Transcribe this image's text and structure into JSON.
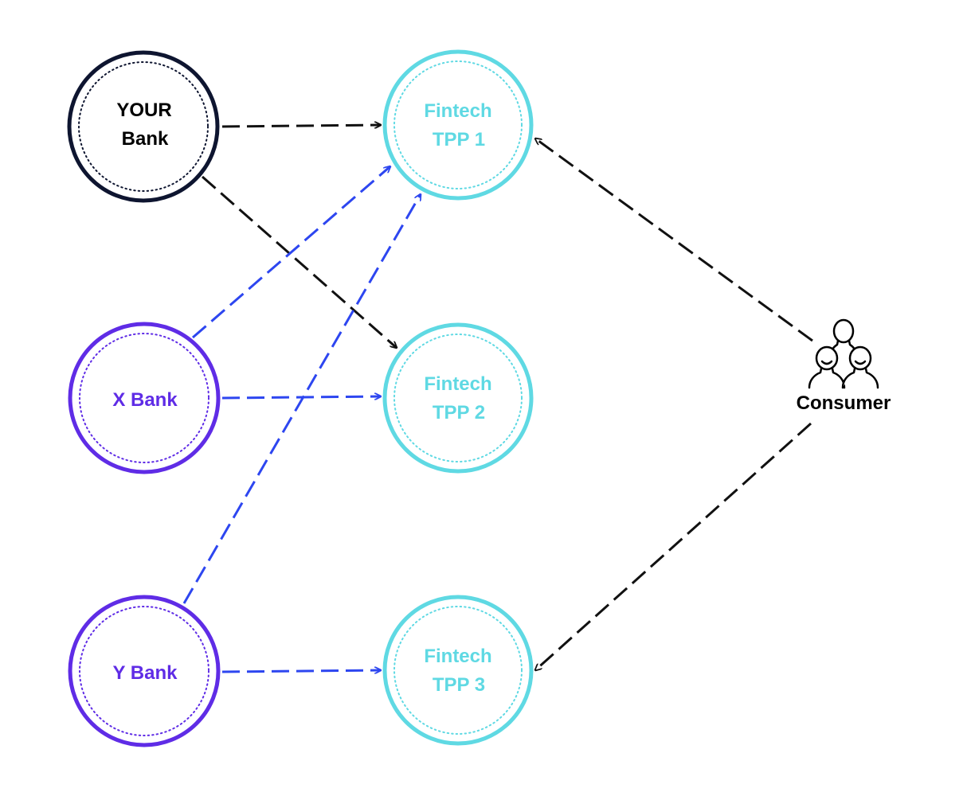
{
  "colors": {
    "your_bank": "#0e1530",
    "partner_bank": "#5f2ce6",
    "fintech": "#5fd9e3",
    "black_arrow": "#111111",
    "blue_arrow": "#2d46f0"
  },
  "nodes": {
    "your_bank": {
      "line1": "YOUR",
      "line2": "Bank"
    },
    "x_bank": {
      "line1": "X Bank"
    },
    "y_bank": {
      "line1": "Y Bank"
    },
    "tpp1": {
      "line1": "Fintech",
      "line2": "TPP 1"
    },
    "tpp2": {
      "line1": "Fintech",
      "line2": "TPP 2"
    },
    "tpp3": {
      "line1": "Fintech",
      "line2": "TPP 3"
    }
  },
  "consumer": {
    "label": "Consumer",
    "icon": "people-group-icon"
  },
  "connections": [
    {
      "from": "YOUR Bank",
      "to": "Fintech TPP 1",
      "style": "dashed-black"
    },
    {
      "from": "YOUR Bank",
      "to": "Fintech TPP 2",
      "style": "dashed-black"
    },
    {
      "from": "X Bank",
      "to": "Fintech TPP 1",
      "style": "dashed-blue"
    },
    {
      "from": "X Bank",
      "to": "Fintech TPP 2",
      "style": "dashed-blue"
    },
    {
      "from": "Y Bank",
      "to": "Fintech TPP 1",
      "style": "dashed-blue"
    },
    {
      "from": "Y Bank",
      "to": "Fintech TPP 3",
      "style": "dashed-blue"
    },
    {
      "from": "Consumer",
      "to": "Fintech TPP 1",
      "style": "dashed-black"
    },
    {
      "from": "Consumer",
      "to": "Fintech TPP 3",
      "style": "dashed-black"
    }
  ]
}
